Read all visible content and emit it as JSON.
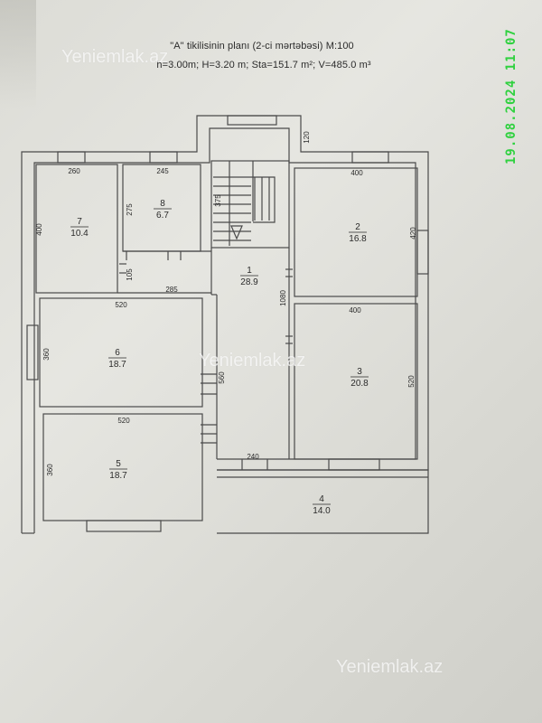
{
  "title": {
    "line1": "\"A\" tikilisinin planı (2-ci mərtəbəsi) M:100",
    "line2": "h=3.00m; H=3.20 m; Sta=151.7 m²; V=485.0 m³"
  },
  "stamp": "19.08.2024 11:07",
  "watermark": "Yeniemlak.az",
  "rooms": [
    {
      "id": "7",
      "area": "10.4"
    },
    {
      "id": "8",
      "area": "6.7"
    },
    {
      "id": "1",
      "area": "28.9"
    },
    {
      "id": "2",
      "area": "16.8"
    },
    {
      "id": "6",
      "area": "18.7"
    },
    {
      "id": "3",
      "area": "20.8"
    },
    {
      "id": "5",
      "area": "18.7"
    },
    {
      "id": "4",
      "area": "14.0"
    }
  ],
  "dimensions": {
    "room7_w": "260",
    "room7_h": "400",
    "room8_w": "245",
    "room8_h": "275",
    "stair": "375",
    "stair_top": "120",
    "room2_w": "400",
    "room2_h": "420",
    "corr_w": "285",
    "corr_v": "105",
    "room6_w": "520",
    "room6_h": "360",
    "room1_h": "1080",
    "room3_w": "400",
    "room3_h": "520",
    "mid": "560",
    "room5_w": "520",
    "room5_h": "360",
    "balc": "240"
  }
}
